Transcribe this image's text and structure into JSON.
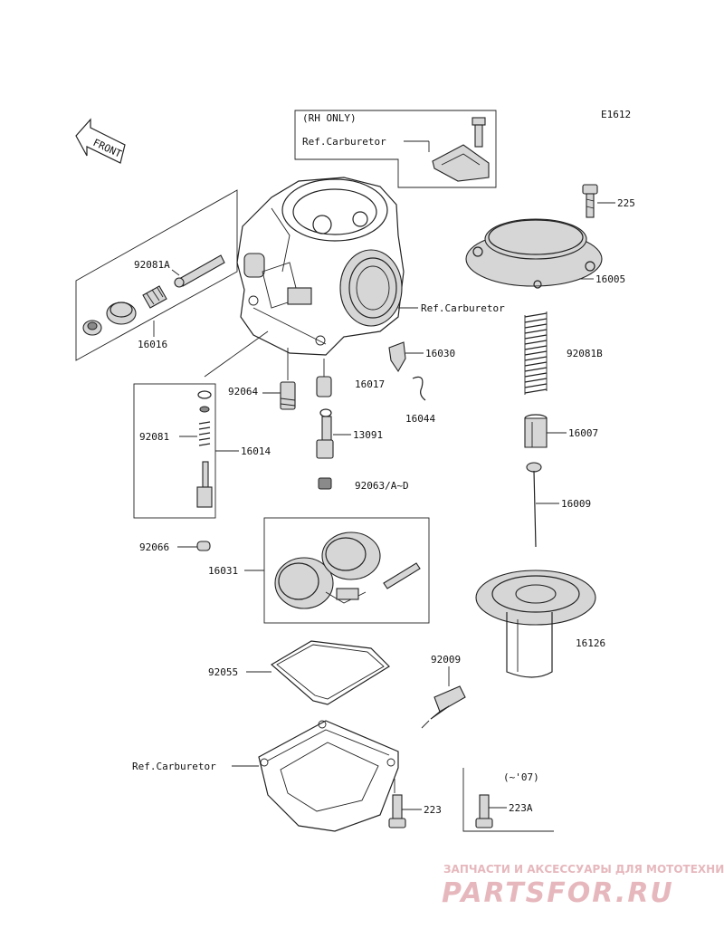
{
  "diagram_code": "E1612",
  "front_label": "FRONT",
  "inset": {
    "note": "(RH ONLY)",
    "ref": "Ref.Carburetor"
  },
  "labels": {
    "p225": "225",
    "p16005": "16005",
    "ref_carb_body": "Ref.Carburetor",
    "p92081A": "92081A",
    "p16016": "16016",
    "p16030": "16030",
    "p92081B": "92081B",
    "p92064": "92064",
    "p16017": "16017",
    "p16044": "16044",
    "p92081": "92081",
    "p16014": "16014",
    "p13091": "13091",
    "p16007": "16007",
    "p92063": "92063/A~D",
    "p16009": "16009",
    "p92066": "92066",
    "p16031": "16031",
    "p16126": "16126",
    "p92009": "92009",
    "p92055": "92055",
    "ref_carb_bowl": "Ref.Carburetor",
    "p223": "223",
    "variant_note": "(~'07)",
    "p223A": "223A"
  },
  "watermark": {
    "tagline": "ЗАПЧАСТИ И АКСЕССУАРЫ ДЛЯ МОТОТЕХНИКИ",
    "brand": "PARTSFOR.RU",
    "color": "#e6b8bd"
  }
}
